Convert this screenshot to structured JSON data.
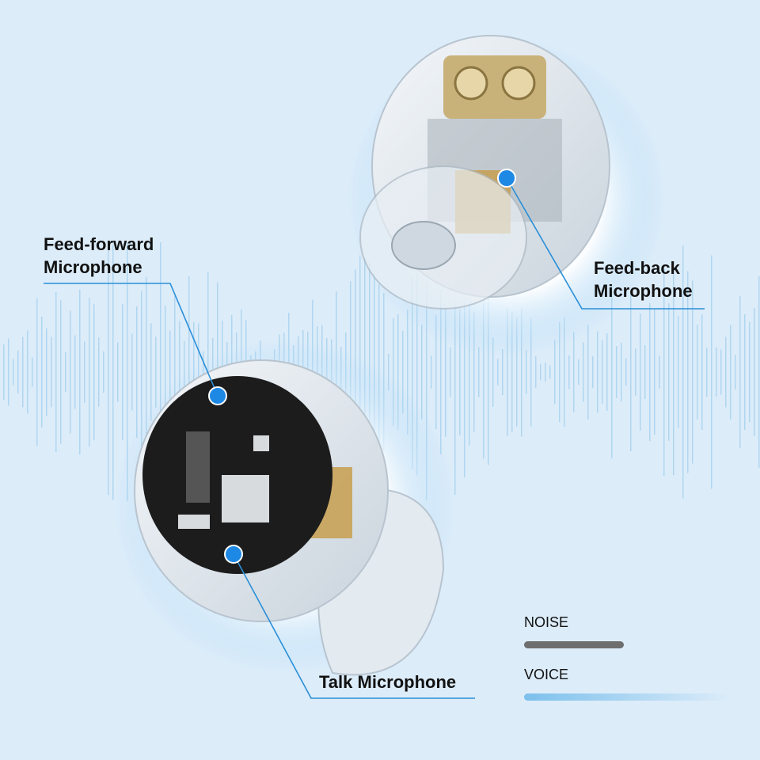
{
  "labels": {
    "feed_forward": [
      "Feed-forward",
      "Microphone"
    ],
    "feed_back": [
      "Feed-back",
      "Microphone"
    ],
    "talk": "Talk Microphone"
  },
  "legend": {
    "noise": {
      "label": "NOISE",
      "color": "#6e6e6e"
    },
    "voice": {
      "label": "VOICE",
      "color": "#7cc0ec"
    }
  },
  "colors": {
    "background": "#dcecf9",
    "accent": "#1e88e5",
    "leader_line": "#2a8fd8"
  }
}
